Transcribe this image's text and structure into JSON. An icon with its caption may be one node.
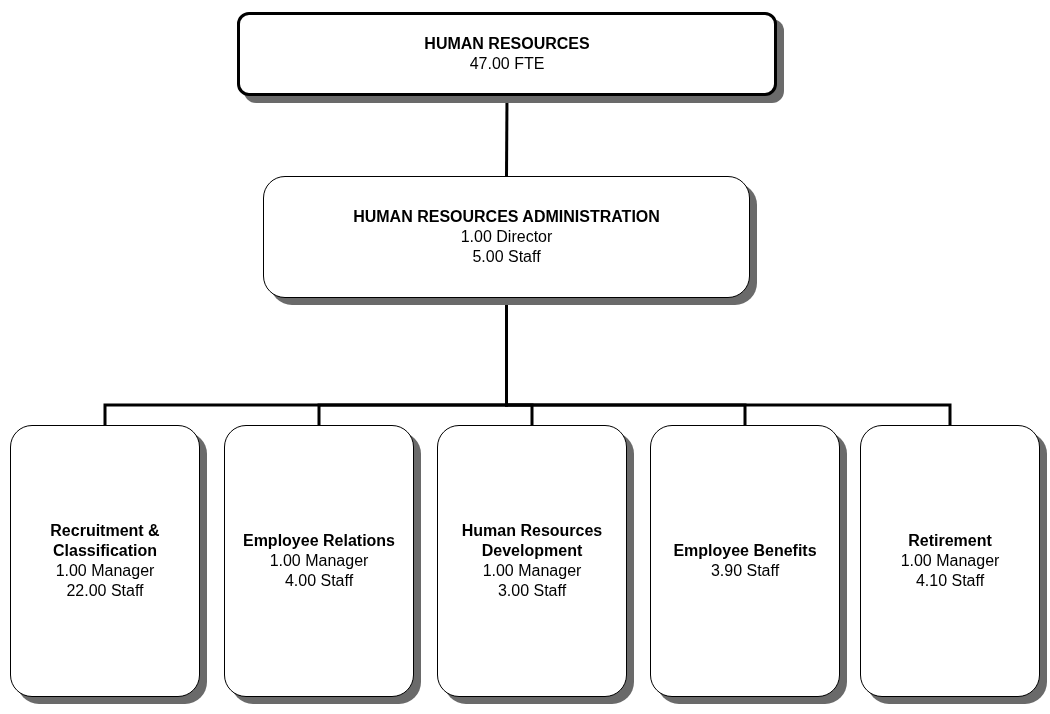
{
  "diagram": {
    "nodes": [
      {
        "text": [
          "HUMAN RESOURCES",
          "47.00 FTE"
        ]
      },
      {
        "text": [
          "HUMAN RESOURCES ADMINISTRATION",
          "1.00 Director",
          "5.00 Staff"
        ]
      },
      {
        "text": [
          "Recruitment & Classification",
          "1.00 Manager",
          "22.00 Staff"
        ]
      },
      {
        "text": [
          "Employee Relations",
          "1.00 Manager",
          "4.00 Staff"
        ]
      },
      {
        "text": [
          "Human Resources Development",
          "1.00 Manager",
          "3.00 Staff"
        ]
      },
      {
        "text": [
          "Employee Benefits",
          "3.90 Staff"
        ]
      },
      {
        "text": [
          "Retirement",
          "1.00 Manager",
          "4.10 Staff"
        ]
      }
    ],
    "edges": [
      {
        "from": 0,
        "to": 1,
        "arrow": "none"
      },
      {
        "from": 1,
        "to": 2,
        "arrow": "none"
      },
      {
        "from": 1,
        "to": 3,
        "arrow": "none"
      },
      {
        "from": 1,
        "to": 4,
        "arrow": "none"
      },
      {
        "from": 1,
        "to": 5,
        "arrow": "none"
      },
      {
        "from": 1,
        "to": 6,
        "arrow": "none"
      }
    ]
  }
}
